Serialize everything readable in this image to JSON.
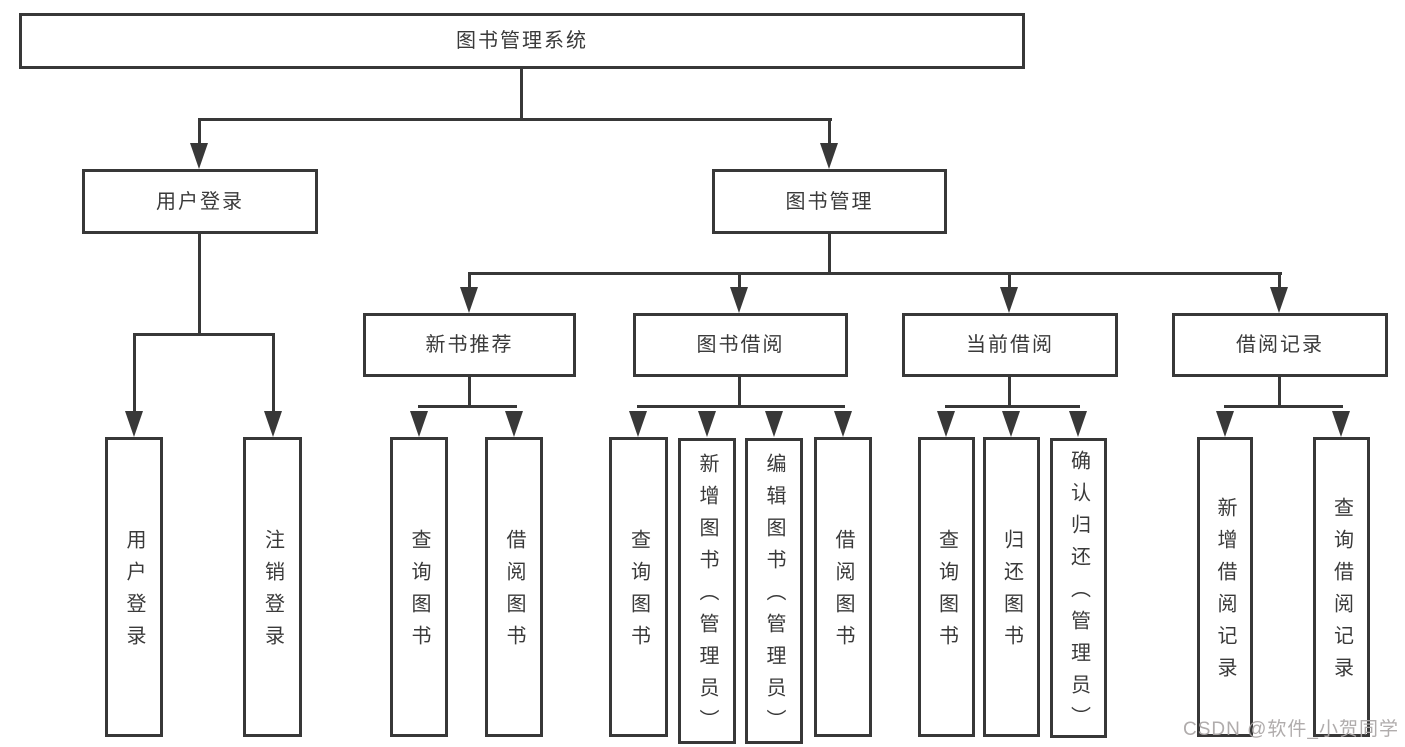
{
  "diagram_title": "图书管理系统",
  "nodes": {
    "root": {
      "label": "图书管理系统"
    },
    "user_login": {
      "label": "用户登录"
    },
    "book_mgmt": {
      "label": "图书管理"
    },
    "new_book_rec": {
      "label": "新书推荐"
    },
    "book_borrow": {
      "label": "图书借阅"
    },
    "current_borrow": {
      "label": "当前借阅"
    },
    "borrow_records": {
      "label": "借阅记录"
    },
    "leaf_user_login": {
      "label": "用户登录"
    },
    "leaf_logout": {
      "label": "注销登录"
    },
    "leaf_query_book_1": {
      "label": "查询图书"
    },
    "leaf_borrow_book_1": {
      "label": "借阅图书"
    },
    "leaf_query_book_2": {
      "label": "查询图书"
    },
    "leaf_add_book": {
      "label": "新增图书（管理员）"
    },
    "leaf_edit_book": {
      "label": "编辑图书（管理员）"
    },
    "leaf_borrow_book_2": {
      "label": "借阅图书"
    },
    "leaf_query_book_3": {
      "label": "查询图书"
    },
    "leaf_return_book": {
      "label": "归还图书"
    },
    "leaf_confirm_return": {
      "label": "确认归还（管理员）"
    },
    "leaf_add_record": {
      "label": "新增借阅记录"
    },
    "leaf_query_record": {
      "label": "查询借阅记录"
    }
  },
  "hierarchy": {
    "图书管理系统": {
      "用户登录": [
        "用户登录",
        "注销登录"
      ],
      "图书管理": {
        "新书推荐": [
          "查询图书",
          "借阅图书"
        ],
        "图书借阅": [
          "查询图书",
          "新增图书（管理员）",
          "编辑图书（管理员）",
          "借阅图书"
        ],
        "当前借阅": [
          "查询图书",
          "归还图书",
          "确认归还（管理员）"
        ],
        "借阅记录": [
          "新增借阅记录",
          "查询借阅记录"
        ]
      }
    }
  },
  "watermark": {
    "text": "CSDN @软件_小贺同学"
  },
  "colors": {
    "line": "#383838",
    "text": "#3a3a3a",
    "box_fill": "#ffffff",
    "background": "#ffffff",
    "watermark": "#aca8a8"
  }
}
